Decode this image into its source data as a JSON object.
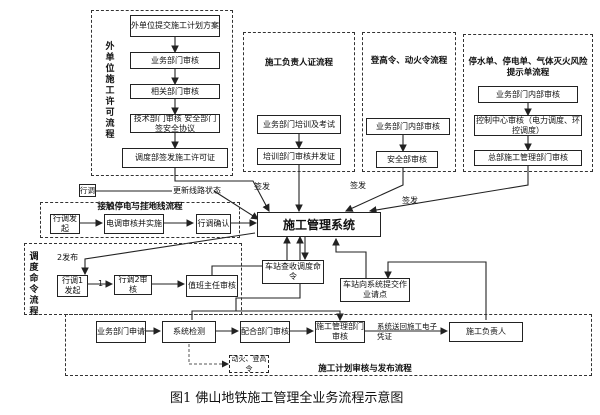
{
  "outsource": {
    "side_title": "外单位施工许可流程",
    "b1": "外单位提交施工计划方案",
    "b2": "业务部门审核",
    "b3": "相关部门审核",
    "b4": "技术部门审核 安全部门签安全协议",
    "b5": "调度部签发施工许可证"
  },
  "leader_cert": {
    "title": "施工负责人证流程",
    "b1": "业务部门培训及考试",
    "b2": "培训部门审核并发证"
  },
  "climb_fire": {
    "title": "登高令、动火令流程",
    "b1": "业务部门内部审核",
    "b2": "安全部审核"
  },
  "stop_notice": {
    "title": "停水单、停电单、气体灭火风险提示单流程",
    "b1": "业务部门内部审核",
    "b2": "控制中心审核（电力调度、环控调度）",
    "b3": "总部施工管理部门审核"
  },
  "labels": {
    "dispatch": "行调",
    "update": "更新线路状态",
    "sign1": "签发",
    "sign2": "签发",
    "sign3": "签发",
    "publish": "2发布",
    "one": "1"
  },
  "contact": {
    "title": "接触停电与挂地线流程",
    "b1": "行调发起",
    "b2": "电调审核并实施",
    "b3": "行调确认"
  },
  "center": {
    "main": "施工管理系统"
  },
  "dispatch_cmd": {
    "side_title": "调度命令流程",
    "b1": "行调1发起",
    "b2": "行调2审核",
    "b3": "值班主任审核"
  },
  "station": {
    "receive": "车站查收调度命令",
    "apply": "车站向系统提交作业请点"
  },
  "plan": {
    "title": "施工计划审核与发布流程",
    "b1": "业务部门申请",
    "b2": "系统检测",
    "b3": "配合部门审核",
    "b4": "施工管理部门审核",
    "b6": "施工负责人",
    "fire": "动火、登高令",
    "return": "系统送回施工电子凭证"
  },
  "caption": "图1 佛山地铁施工管理全业务流程示意图"
}
